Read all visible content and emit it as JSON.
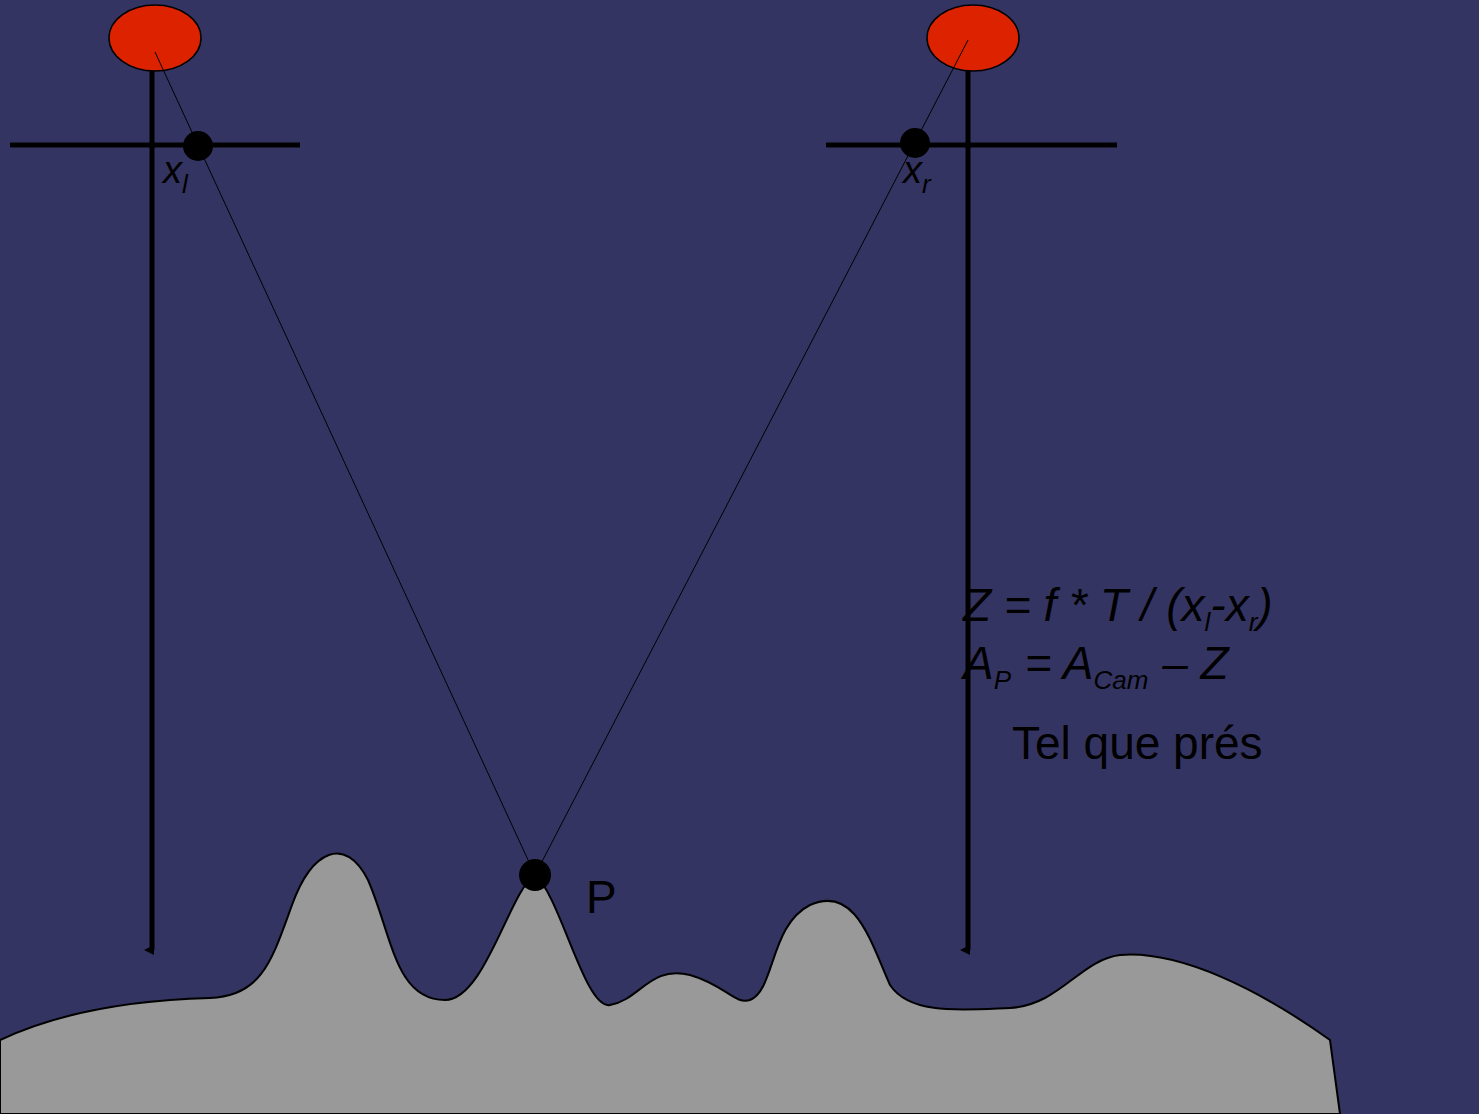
{
  "diagram": {
    "labels": [
      "x",
      "l",
      "x",
      "r",
      "Z = f * T / (x",
      "l",
      "-x",
      "r",
      ")",
      "A",
      "P",
      "= A",
      "Cam",
      "– Z",
      "P",
      "Tel que prés"
    ]
  }
}
